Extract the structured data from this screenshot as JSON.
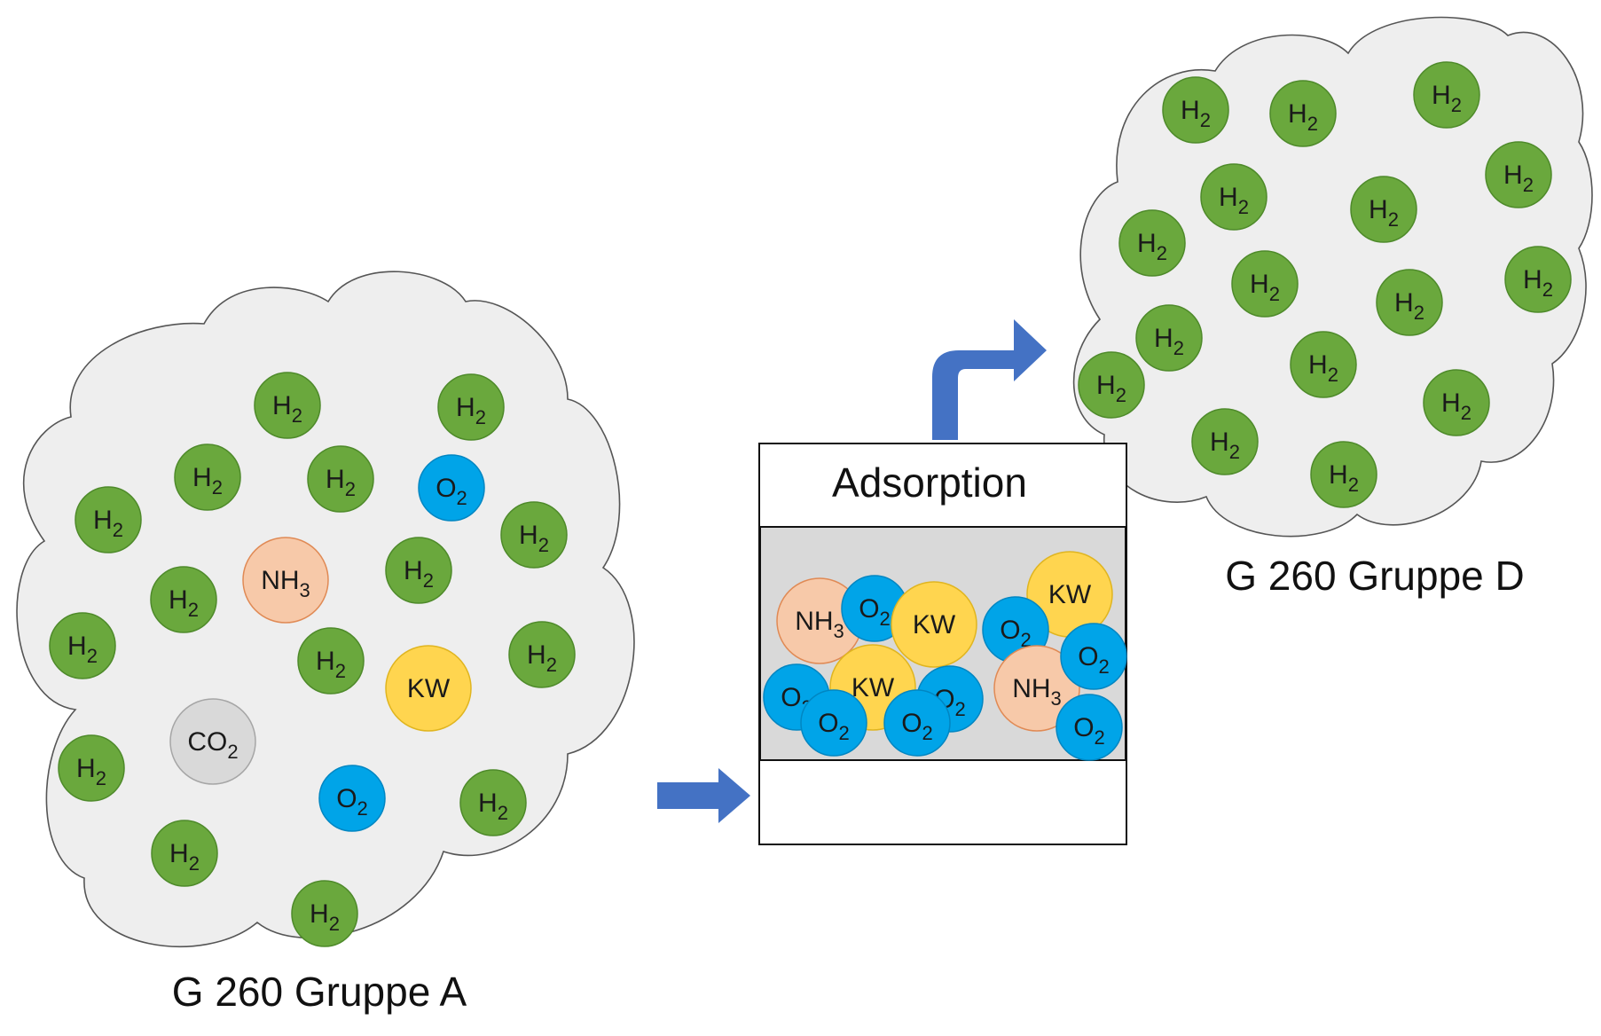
{
  "colors": {
    "H2": "#6aa83d",
    "O2": "#00a4e8",
    "NH3": "#f7c9a9",
    "KW": "#ffd54f",
    "CO2": "#d9d9d9",
    "arrow": "#4472c4",
    "cloud": "#eeeeee",
    "packing": "#d9d9d9"
  },
  "clouds": {
    "left": {
      "caption": "G 260 Gruppe A"
    },
    "right": {
      "caption": "G 260 Gruppe D"
    }
  },
  "adsorber": {
    "title": "Adsorption"
  },
  "molecules": [
    {
      "id": "a1",
      "type": "H2"
    },
    {
      "id": "a2",
      "type": "H2"
    },
    {
      "id": "a3",
      "type": "H2"
    },
    {
      "id": "a4",
      "type": "H2"
    },
    {
      "id": "a5",
      "type": "O2"
    },
    {
      "id": "a6",
      "type": "H2"
    },
    {
      "id": "a7",
      "type": "H2"
    },
    {
      "id": "a8",
      "type": "NH3"
    },
    {
      "id": "a9",
      "type": "H2"
    },
    {
      "id": "a10",
      "type": "H2"
    },
    {
      "id": "a11",
      "type": "H2"
    },
    {
      "id": "a12",
      "type": "H2"
    },
    {
      "id": "a13",
      "type": "KW"
    },
    {
      "id": "a14",
      "type": "H2"
    },
    {
      "id": "a15",
      "type": "CO2"
    },
    {
      "id": "a16",
      "type": "H2"
    },
    {
      "id": "a17",
      "type": "O2"
    },
    {
      "id": "a18",
      "type": "H2"
    },
    {
      "id": "a19",
      "type": "H2"
    },
    {
      "id": "a20",
      "type": "H2"
    },
    {
      "id": "b1",
      "type": "NH3"
    },
    {
      "id": "b2",
      "type": "O2"
    },
    {
      "id": "b3",
      "type": "KW"
    },
    {
      "id": "b4",
      "type": "KW"
    },
    {
      "id": "b5",
      "type": "O2"
    },
    {
      "id": "b6",
      "type": "O2"
    },
    {
      "id": "b7",
      "type": "O2"
    },
    {
      "id": "b8",
      "type": "O2"
    },
    {
      "id": "b9",
      "type": "KW"
    },
    {
      "id": "b10",
      "type": "O2"
    },
    {
      "id": "b11",
      "type": "NH3"
    },
    {
      "id": "b12",
      "type": "O2"
    },
    {
      "id": "b13",
      "type": "O2"
    },
    {
      "id": "d1",
      "type": "H2"
    },
    {
      "id": "d2",
      "type": "H2"
    },
    {
      "id": "d3",
      "type": "H2"
    },
    {
      "id": "d4",
      "type": "H2"
    },
    {
      "id": "d5",
      "type": "H2"
    },
    {
      "id": "d6",
      "type": "H2"
    },
    {
      "id": "d7",
      "type": "H2"
    },
    {
      "id": "d8",
      "type": "H2"
    },
    {
      "id": "d9",
      "type": "H2"
    },
    {
      "id": "d10",
      "type": "H2"
    },
    {
      "id": "d11",
      "type": "H2"
    },
    {
      "id": "d12",
      "type": "H2"
    },
    {
      "id": "d13",
      "type": "H2"
    },
    {
      "id": "d14",
      "type": "H2"
    },
    {
      "id": "d15",
      "type": "H2"
    },
    {
      "id": "d16",
      "type": "H2"
    }
  ],
  "labels": {
    "H2": {
      "base": "H",
      "sub": "2"
    },
    "O2": {
      "base": "O",
      "sub": "2"
    },
    "NH3": {
      "base": "NH",
      "sub": "3"
    },
    "CO2": {
      "base": "CO",
      "sub": "2"
    },
    "KW": {
      "base": "KW",
      "sub": ""
    }
  }
}
